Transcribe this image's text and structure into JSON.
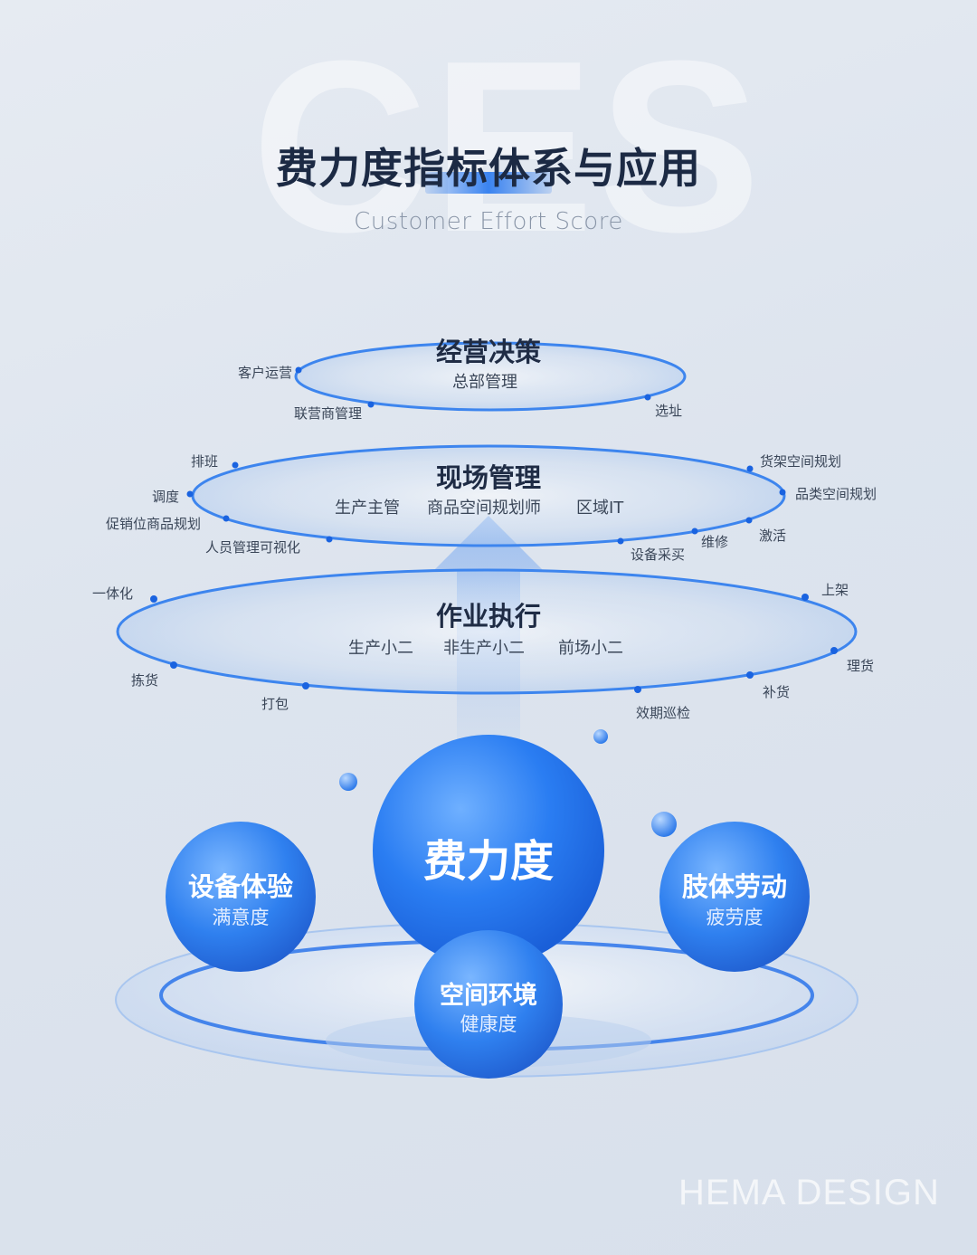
{
  "header": {
    "background_letters": "CES",
    "title": "费力度指标体系与应用",
    "subtitle": "Customer Effort Score"
  },
  "levels": {
    "top": {
      "title": "经营决策",
      "roles": [
        "总部管理"
      ],
      "labels": [
        "客户运营",
        "联营商管理",
        "选址"
      ]
    },
    "middle": {
      "title": "现场管理",
      "roles": [
        "生产主管",
        "商品空间规划师",
        "区域IT"
      ],
      "labels": [
        "排班",
        "调度",
        "促销位商品规划",
        "人员管理可视化",
        "货架空间规划",
        "品类空间规划",
        "激活",
        "维修",
        "设备采买"
      ]
    },
    "bottom": {
      "title": "作业执行",
      "roles": [
        "生产小二",
        "非生产小二",
        "前场小二"
      ],
      "labels": [
        "一体化",
        "拣货",
        "打包",
        "上架",
        "理货",
        "补货",
        "效期巡检"
      ]
    }
  },
  "spheres": {
    "center": {
      "title": "费力度"
    },
    "left": {
      "title": "设备体验",
      "subtitle": "满意度"
    },
    "right": {
      "title": "肢体劳动",
      "subtitle": "疲劳度"
    },
    "bottom": {
      "title": "空间环境",
      "subtitle": "健康度"
    }
  },
  "footer": {
    "watermark": "HEMA DESIGN"
  },
  "colors": {
    "accent": "#1f6ff0",
    "ring_stroke": "#3d85ee",
    "dot": "#1a63e0",
    "title_text": "#1c2a44",
    "label_text": "#3a4658"
  }
}
